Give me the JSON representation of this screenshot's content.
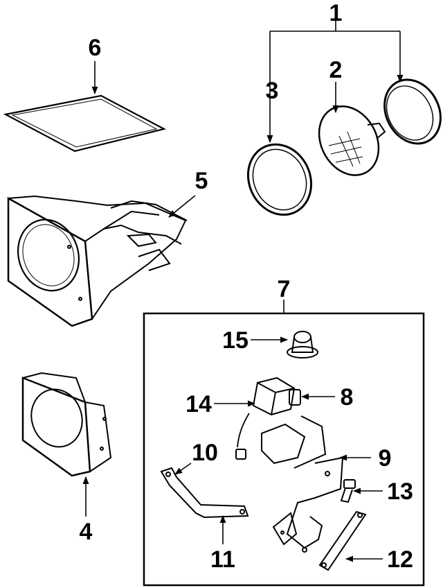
{
  "callouts": [
    {
      "id": "c1",
      "label": "1"
    },
    {
      "id": "c2",
      "label": "2"
    },
    {
      "id": "c3",
      "label": "3"
    },
    {
      "id": "c4",
      "label": "4"
    },
    {
      "id": "c5",
      "label": "5"
    },
    {
      "id": "c6",
      "label": "6"
    },
    {
      "id": "c7",
      "label": "7"
    },
    {
      "id": "c8",
      "label": "8"
    },
    {
      "id": "c9",
      "label": "9"
    },
    {
      "id": "c10",
      "label": "10"
    },
    {
      "id": "c11",
      "label": "11"
    },
    {
      "id": "c12",
      "label": "12"
    },
    {
      "id": "c13",
      "label": "13"
    },
    {
      "id": "c14",
      "label": "14"
    },
    {
      "id": "c15",
      "label": "15"
    }
  ],
  "colors": {
    "line": "#000000",
    "background": "#ffffff"
  }
}
